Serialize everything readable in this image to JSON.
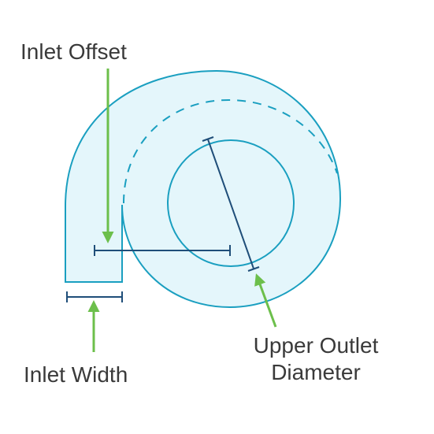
{
  "labels": {
    "inlet_offset": "Inlet Offset",
    "inlet_width": "Inlet Width",
    "upper_outlet_line1": "Upper Outlet",
    "upper_outlet_line2": "Diameter"
  },
  "colors": {
    "outline": "#1a9fc0",
    "fill": "#e4f6fb",
    "dimension": "#1f4e79",
    "arrow": "#6cbf4b",
    "text": "#3a3a3a"
  }
}
